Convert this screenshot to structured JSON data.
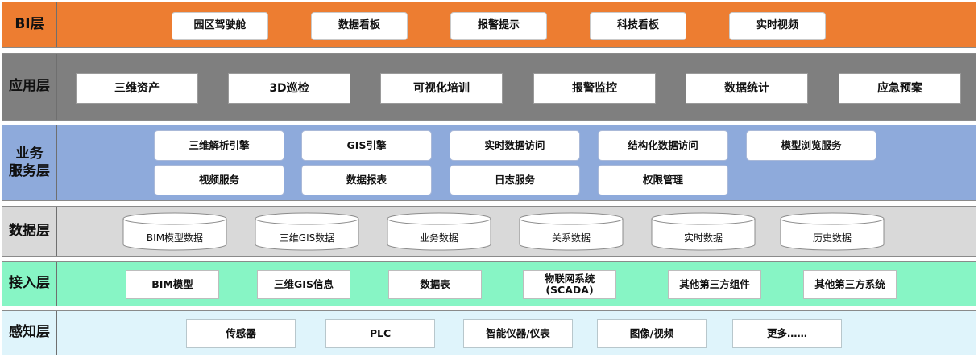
{
  "layers": {
    "bi": {
      "label": "BI层",
      "items": [
        "园区驾驶舱",
        "数据看板",
        "报警提示",
        "科技看板",
        "实时视频"
      ]
    },
    "app": {
      "label": "应用层",
      "items": [
        "三维资产",
        "3D巡检",
        "可视化培训",
        "报警监控",
        "数据统计",
        "应急预案"
      ]
    },
    "service": {
      "label_line1": "业务",
      "label_line2": "服务层",
      "items": [
        "三维解析引擎",
        "GIS引擎",
        "实时数据访问",
        "结构化数据访问",
        "模型浏览服务",
        "视频服务",
        "数据报表",
        "日志服务",
        "权限管理"
      ]
    },
    "data": {
      "label": "数据层",
      "items": [
        "BIM模型数据",
        "三维GIS数据",
        "业务数据",
        "关系数据",
        "实时数据",
        "历史数据"
      ]
    },
    "access": {
      "label": "接入层",
      "items": [
        "BIM模型",
        "三维GIS信息",
        "数据表",
        "物联网系统",
        "(SCADA)",
        "其他第三方组件",
        "其他第三方系统"
      ]
    },
    "perception": {
      "label": "感知层",
      "items": [
        "传感器",
        "PLC",
        "智能仪器/仪表",
        "图像/视频",
        "更多……"
      ]
    }
  },
  "colors": {
    "bi": "#ed7d31",
    "app": "#7f7f7f",
    "service": "#8eaadb",
    "data": "#d9d9d9",
    "access": "#87f5c5",
    "perception": "#dff4fb"
  }
}
